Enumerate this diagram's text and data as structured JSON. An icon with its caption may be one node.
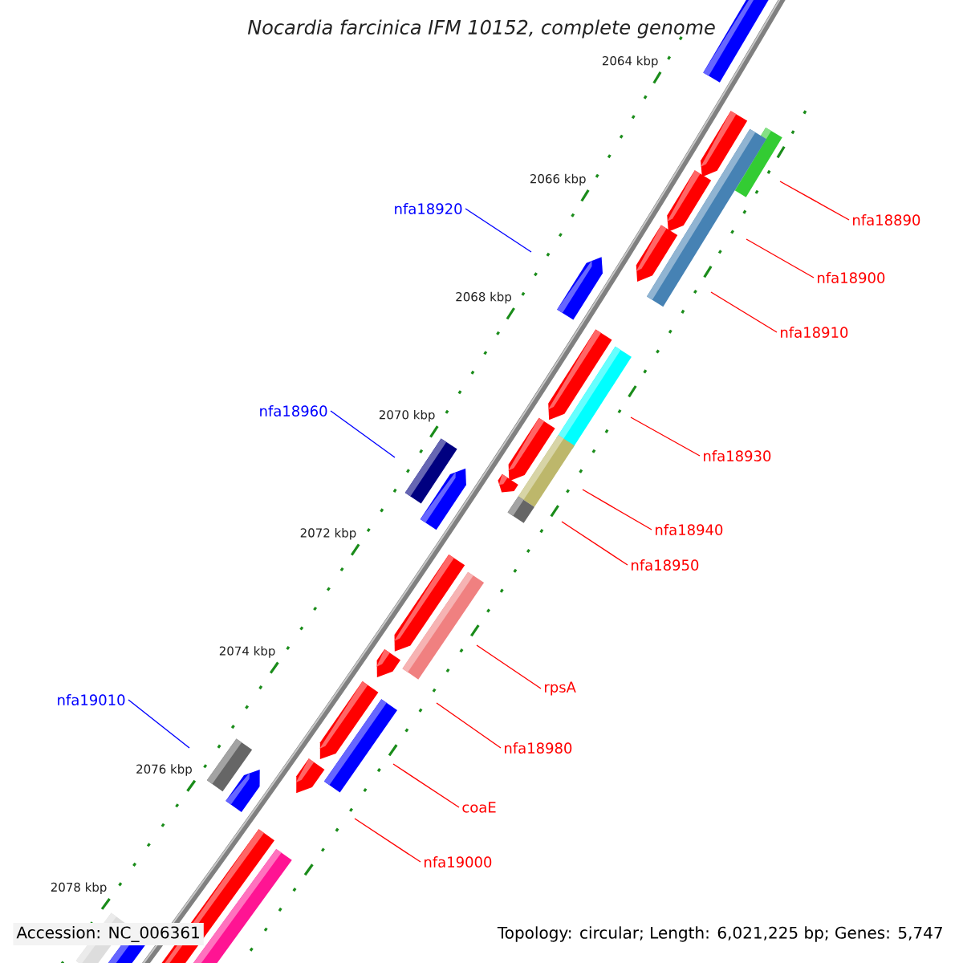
{
  "diagram": {
    "title": "Nocardia farcinica IFM 10152, complete genome",
    "nodes": [
      {
        "text": [
          "nfa18920"
        ]
      },
      {
        "text": [
          "nfa18890"
        ]
      },
      {
        "text": [
          "nfa18900"
        ]
      },
      {
        "text": [
          "nfa18910"
        ]
      },
      {
        "text": [
          "nfa18960"
        ]
      },
      {
        "text": [
          "nfa18930"
        ]
      },
      {
        "text": [
          "nfa18940"
        ]
      },
      {
        "text": [
          "nfa18950"
        ]
      },
      {
        "text": [
          "rpsA"
        ]
      },
      {
        "text": [
          "nfa19010"
        ]
      },
      {
        "text": [
          "nfa18980"
        ]
      },
      {
        "text": [
          "coaE"
        ]
      },
      {
        "text": [
          "nfa19000"
        ]
      }
    ],
    "edges": [
      {
        "from": 0,
        "to": null,
        "arrow": "none",
        "color": "#0000ff"
      },
      {
        "from": 1,
        "to": null,
        "arrow": "none"
      },
      {
        "from": 2,
        "to": null,
        "arrow": "none"
      },
      {
        "from": 3,
        "to": null,
        "arrow": "none"
      },
      {
        "from": 4,
        "to": null,
        "arrow": "none",
        "color": "#0000ff"
      },
      {
        "from": 5,
        "to": null,
        "arrow": "none"
      },
      {
        "from": 6,
        "to": null,
        "arrow": "none"
      },
      {
        "from": 7,
        "to": null,
        "arrow": "none"
      },
      {
        "from": 8,
        "to": null,
        "arrow": "none"
      },
      {
        "from": 9,
        "to": null,
        "arrow": "none",
        "color": "#0000ff"
      },
      {
        "from": 10,
        "to": null,
        "arrow": "none"
      },
      {
        "from": 11,
        "to": null,
        "arrow": "none"
      },
      {
        "from": 12,
        "to": null,
        "arrow": "none"
      }
    ],
    "labels": [
      "2064 kbp",
      "2066 kbp",
      "2068 kbp",
      "2070 kbp",
      "2072 kbp",
      "2074 kbp",
      "2076 kbp",
      "2078 kbp",
      "Accession: NC_006361",
      "Topology: circular; Length: 6,021,225 bp; Genes: 5,747"
    ]
  }
}
